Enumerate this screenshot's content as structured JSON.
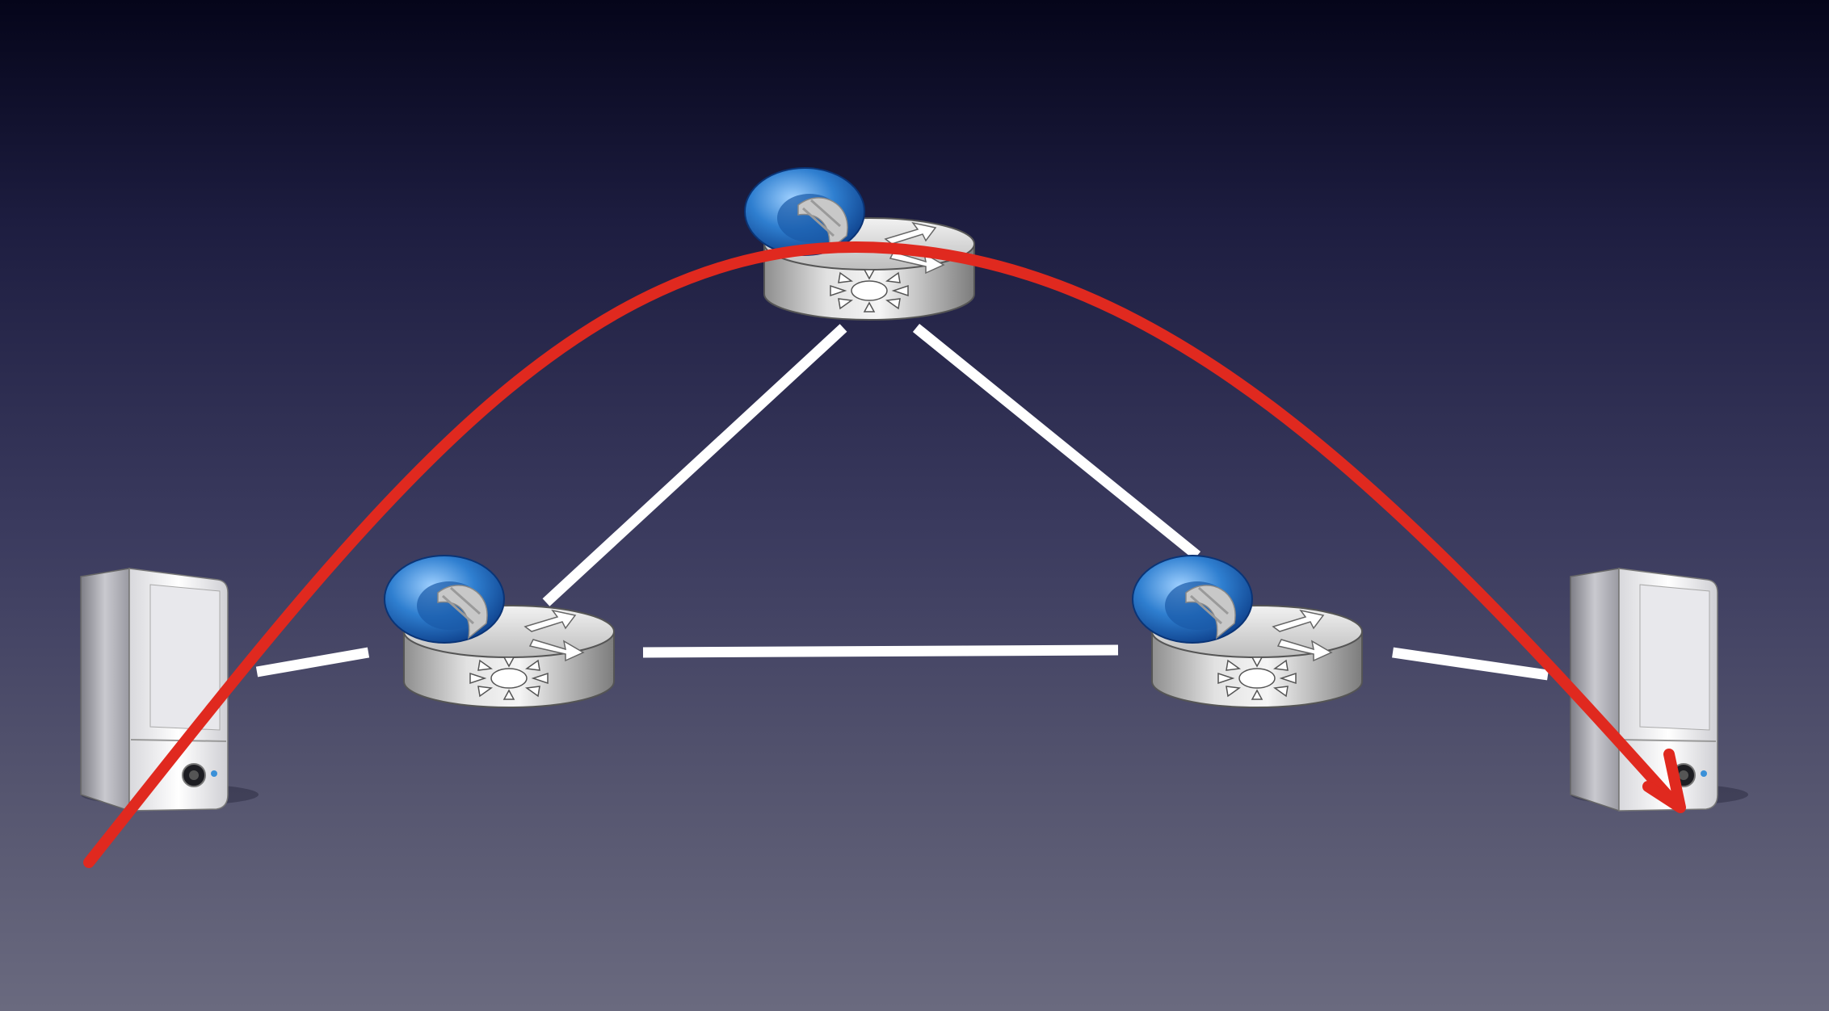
{
  "diagram": {
    "nodes": [
      {
        "id": "server-left",
        "kind": "server",
        "icon": "server-tower-icon"
      },
      {
        "id": "router-left",
        "kind": "router",
        "icon": "router-icon"
      },
      {
        "id": "router-top",
        "kind": "router",
        "icon": "router-icon"
      },
      {
        "id": "router-right",
        "kind": "router",
        "icon": "router-icon"
      },
      {
        "id": "server-right",
        "kind": "server",
        "icon": "server-tower-icon"
      }
    ],
    "links": [
      {
        "from": "server-left",
        "to": "router-left"
      },
      {
        "from": "router-left",
        "to": "router-top"
      },
      {
        "from": "router-top",
        "to": "router-right"
      },
      {
        "from": "router-left",
        "to": "router-right"
      },
      {
        "from": "router-right",
        "to": "server-right"
      }
    ],
    "path": {
      "from": "server-left",
      "via": "router-top",
      "to": "server-right",
      "color": "#e0291f"
    },
    "colors": {
      "link": "#ffffff",
      "background_top": "#05051a",
      "background_bottom": "#6a6a7f",
      "router_badge": "#2f7fd0"
    }
  }
}
